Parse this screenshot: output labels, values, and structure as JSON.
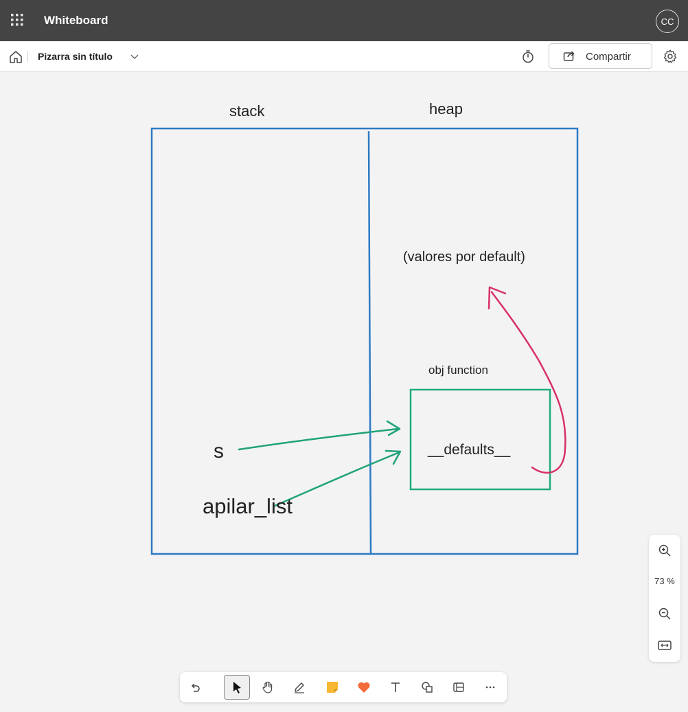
{
  "titlebar": {
    "app_name": "Whiteboard",
    "avatar_initials": "CC",
    "icons": [
      "app-launcher-icon"
    ]
  },
  "cmdbar": {
    "board_title": "Pizarra sin título",
    "share_label": "Compartir",
    "icons": [
      "home-icon",
      "chevron-down-icon",
      "timer-icon",
      "share-icon",
      "gear-icon"
    ]
  },
  "board": {
    "stack_label": "stack",
    "heap_label": "heap",
    "valores_label": "(valores por default)",
    "obj_label": "obj function",
    "defaults_label": "__defaults__",
    "s_label": "s",
    "apilar_label": "apilar_list",
    "colors": {
      "frame": "#2d7ac4",
      "box": "#1faa7e",
      "arrow_green": "#1fa27a",
      "arrow_red": "#d8306a"
    }
  },
  "zoom": {
    "level": "73 %",
    "icons": [
      "zoom-in-icon",
      "zoom-out-icon",
      "fit-to-screen-icon"
    ]
  },
  "toolbar": {
    "tools": [
      "undo-icon",
      "select-icon",
      "hand-icon",
      "pen-icon",
      "sticky-note-icon",
      "reaction-heart-icon",
      "text-icon",
      "shapes-icon",
      "templates-icon",
      "more-icon"
    ],
    "active_tool": "select-icon",
    "colors": {
      "sticky": "#f7b733",
      "heart": "#f26b3a"
    }
  }
}
